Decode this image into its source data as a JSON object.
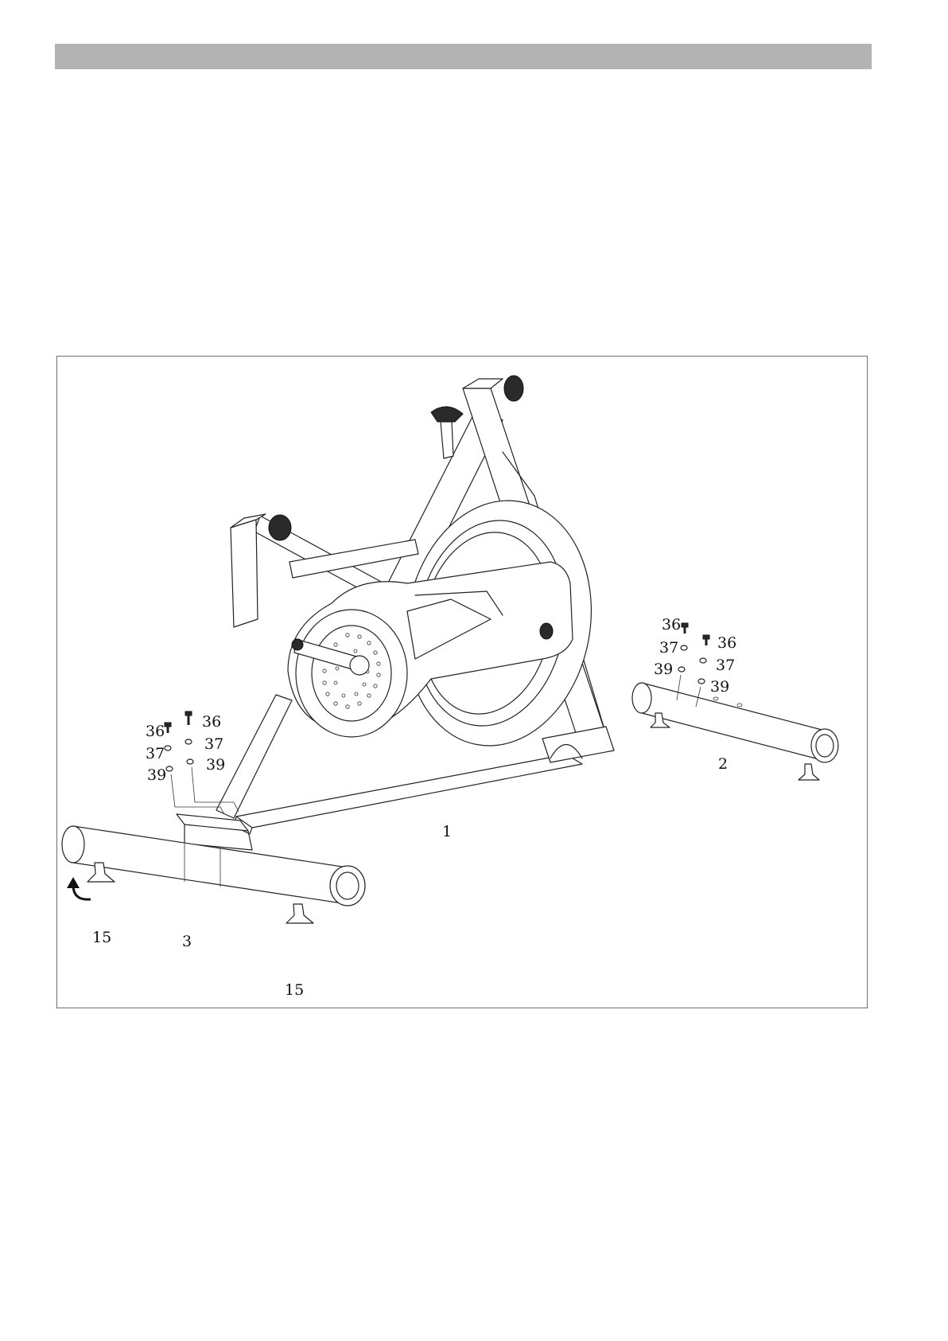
{
  "header": {
    "bar_color": "#b3b3b3"
  },
  "figure": {
    "part_labels": {
      "main_frame": "1",
      "rear_stabilizer": "2",
      "front_stabilizer": "3",
      "leveler_left": "15",
      "leveler_bottom": "15",
      "left_bolt_a": "36",
      "left_bolt_b": "36",
      "left_spring_washer_a": "37",
      "left_spring_washer_b": "37",
      "left_flat_washer_a": "39",
      "left_flat_washer_b": "39",
      "right_bolt_a": "36",
      "right_bolt_b": "36",
      "right_spring_washer_a": "37",
      "right_spring_washer_b": "37",
      "right_flat_washer_a": "39",
      "right_flat_washer_b": "39"
    }
  }
}
